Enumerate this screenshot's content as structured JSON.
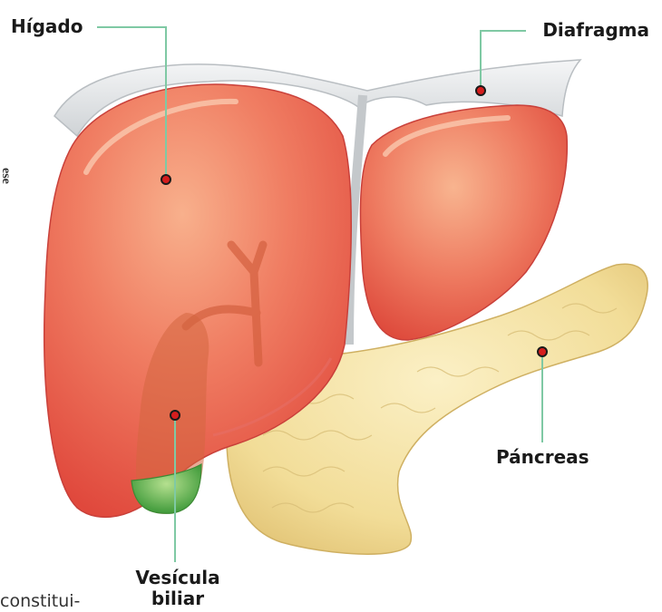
{
  "labels": {
    "liver": "Hígado",
    "diaphragm": "Diafragma",
    "pancreas": "Páncreas",
    "gallbladder_line1": "Vesícula",
    "gallbladder_line2": "biliar"
  },
  "edge_text": {
    "bottom": "constitui-",
    "side": "ese"
  },
  "colors": {
    "leader_line": "#7fc9a4",
    "marker": "#d51e1e",
    "liver": "#e9584b",
    "liver_light": "#f6a585",
    "diaphragm": "#eceeef",
    "pancreas": "#f3e2a4",
    "gallbladder": "#6fb55a"
  }
}
